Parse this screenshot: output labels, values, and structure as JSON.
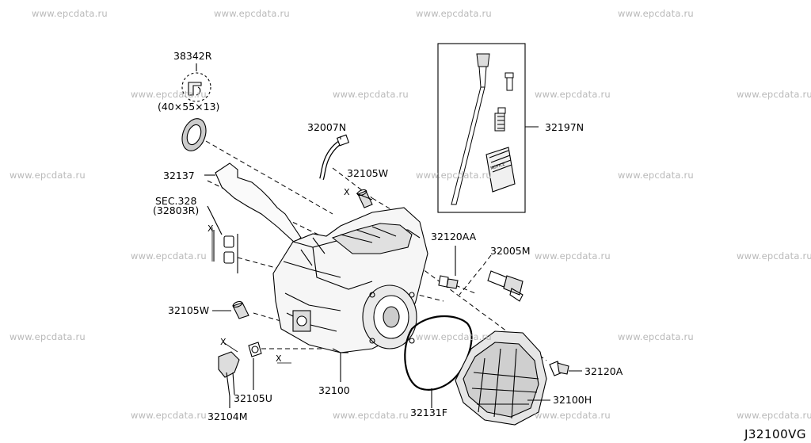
{
  "watermark": "www.epcdata.ru",
  "diagram_id": "J32100VG",
  "parts": {
    "p38342R": "38342R",
    "p32137": "32137",
    "p32007N": "32007N",
    "p32105W_top": "32105W",
    "p32197N": "32197N",
    "p32120AA": "32120AA",
    "p32005M": "32005M",
    "p32105W_left": "32105W",
    "p32100": "32100",
    "p32131F": "32131F",
    "p32100H": "32100H",
    "p32120A": "32120A",
    "p32105U": "32105U",
    "p32104M": "32104M"
  },
  "notes": {
    "seal_size": "(40×55×13)",
    "sec_ref": "SEC.328",
    "sec_part": "(32803R)",
    "notice": "NOTICE"
  },
  "cut_marks": {
    "x1": "X",
    "x2": "X",
    "x3": "X",
    "x4": "X"
  }
}
